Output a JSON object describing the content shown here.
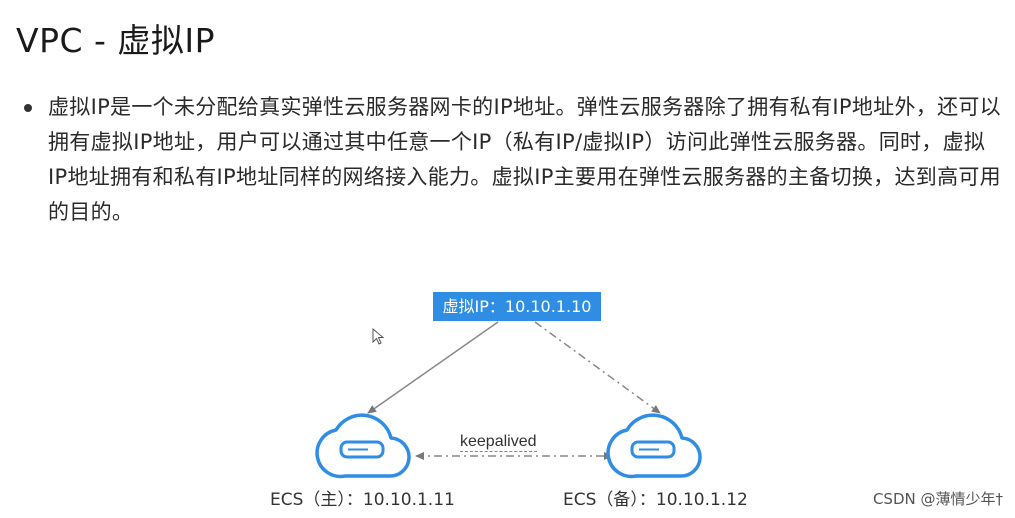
{
  "slide": {
    "title": "VPC - 虚拟IP",
    "bullet": "虚拟IP是一个未分配给真实弹性云服务器网卡的IP地址。弹性云服务器除了拥有私有IP地址外，还可以拥有虚拟IP地址，用户可以通过其中任意一个IP（私有IP/虚拟IP）访问此弹性云服务器。同时，虚拟IP地址拥有和私有IP地址同样的网络接入能力。虚拟IP主要用在弹性云服务器的主备切换，达到高可用的目的。"
  },
  "diagram": {
    "vip_label": "虚拟IP：10.10.1.10",
    "link_label": "keepalived",
    "ecs_master": "ECS（主）：10.10.1.11",
    "ecs_backup": "ECS（备）：10.10.1.12",
    "accent_color": "#2f8de4"
  },
  "watermark": "CSDN @薄情少年†"
}
